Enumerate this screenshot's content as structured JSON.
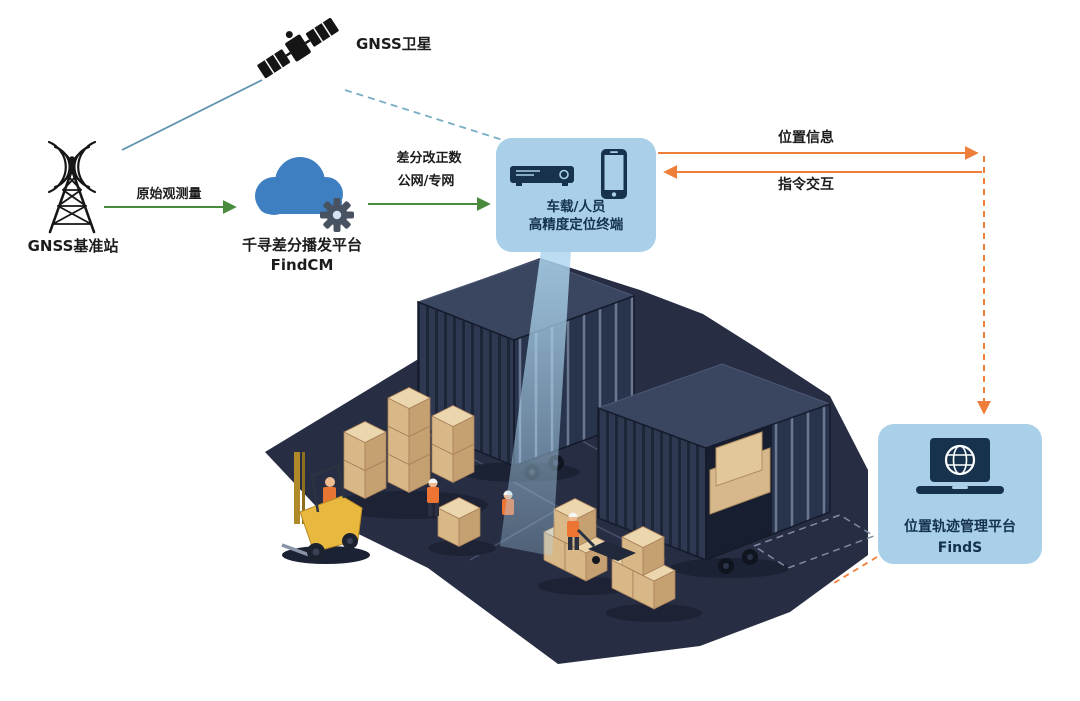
{
  "diagram": {
    "satellite": {
      "label": "GNSS卫星"
    },
    "base_station": {
      "label": "GNSS基准站"
    },
    "cloud_platform": {
      "name": "千寻差分播发平台",
      "product": "FindCM"
    },
    "terminal": {
      "line1": "车载/人员",
      "line2": "高精度定位终端"
    },
    "management_platform": {
      "name": "位置轨迹管理平台",
      "product": "FindS"
    },
    "flows": {
      "raw_observation": "原始观测量",
      "diff_correction": "差分改正数",
      "network": "公网/专网",
      "position_info": "位置信息",
      "command_interaction": "指令交互"
    },
    "colors": {
      "arrow_green": "#4a8a3c",
      "arrow_orange": "#ee7f3a",
      "panel_blue": "#a9d0e8",
      "navy": "#16324c",
      "cloud_blue": "#3d7fc1",
      "link_blue": "#5e94ad",
      "container_navy": "#2e3850",
      "ground_navy": "#272e44",
      "carton_tan": "#d9b888",
      "forklift_yellow": "#e9b93f"
    }
  }
}
